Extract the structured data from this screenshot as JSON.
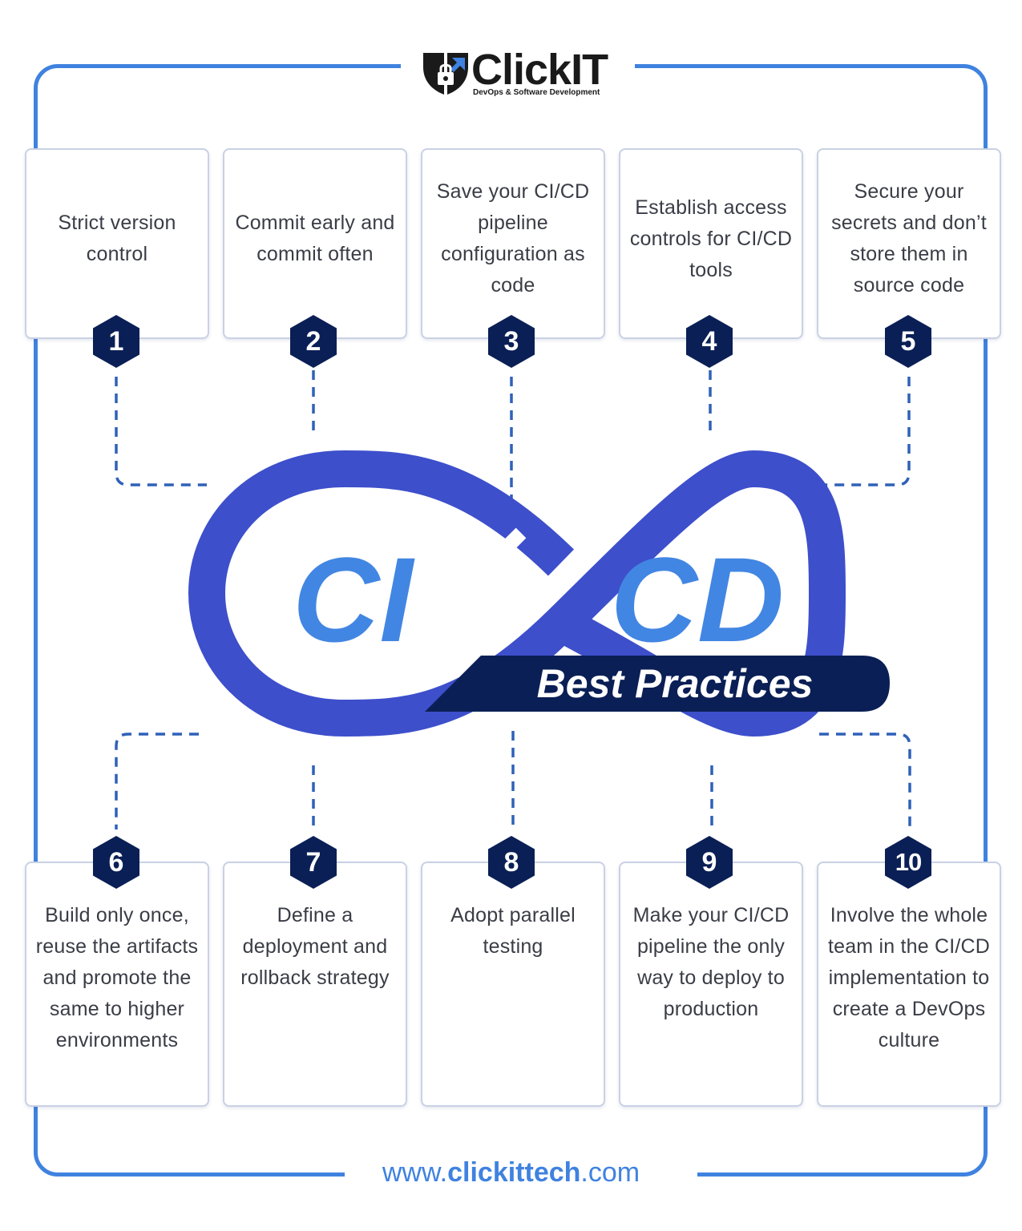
{
  "logo": {
    "name": "ClickIT",
    "tagline": "DevOps & Software Development"
  },
  "hero": {
    "left_word": "CI",
    "right_word": "CD",
    "banner": "Best Practices"
  },
  "practices": [
    {
      "number": "1",
      "text": "Strict version control"
    },
    {
      "number": "2",
      "text": "Commit early and commit often"
    },
    {
      "number": "3",
      "text": "Save your CI/CD pipeline configuration as code"
    },
    {
      "number": "4",
      "text": "Establish access controls for CI/CD tools"
    },
    {
      "number": "5",
      "text": "Secure your secrets and don’t store them in source code"
    },
    {
      "number": "6",
      "text": "Build only once, reuse the artifacts and promote the same to higher environments"
    },
    {
      "number": "7",
      "text": "Define a deployment and rollback strategy"
    },
    {
      "number": "8",
      "text": "Adopt parallel testing"
    },
    {
      "number": "9",
      "text": "Make your CI/CD pipeline the only way to deploy to production"
    },
    {
      "number": "10",
      "text": "Involve the whole team in the CI/CD implementation to create a DevOps culture"
    }
  ],
  "footer": {
    "url_prefix": "www.",
    "url_brand": "clickittech",
    "url_suffix": ".com"
  },
  "colors": {
    "frame": "#3f82e0",
    "infinity": "#3d4fcb",
    "letters": "#4286e3",
    "navy": "#0a1f55",
    "dash": "#2f61b8"
  }
}
